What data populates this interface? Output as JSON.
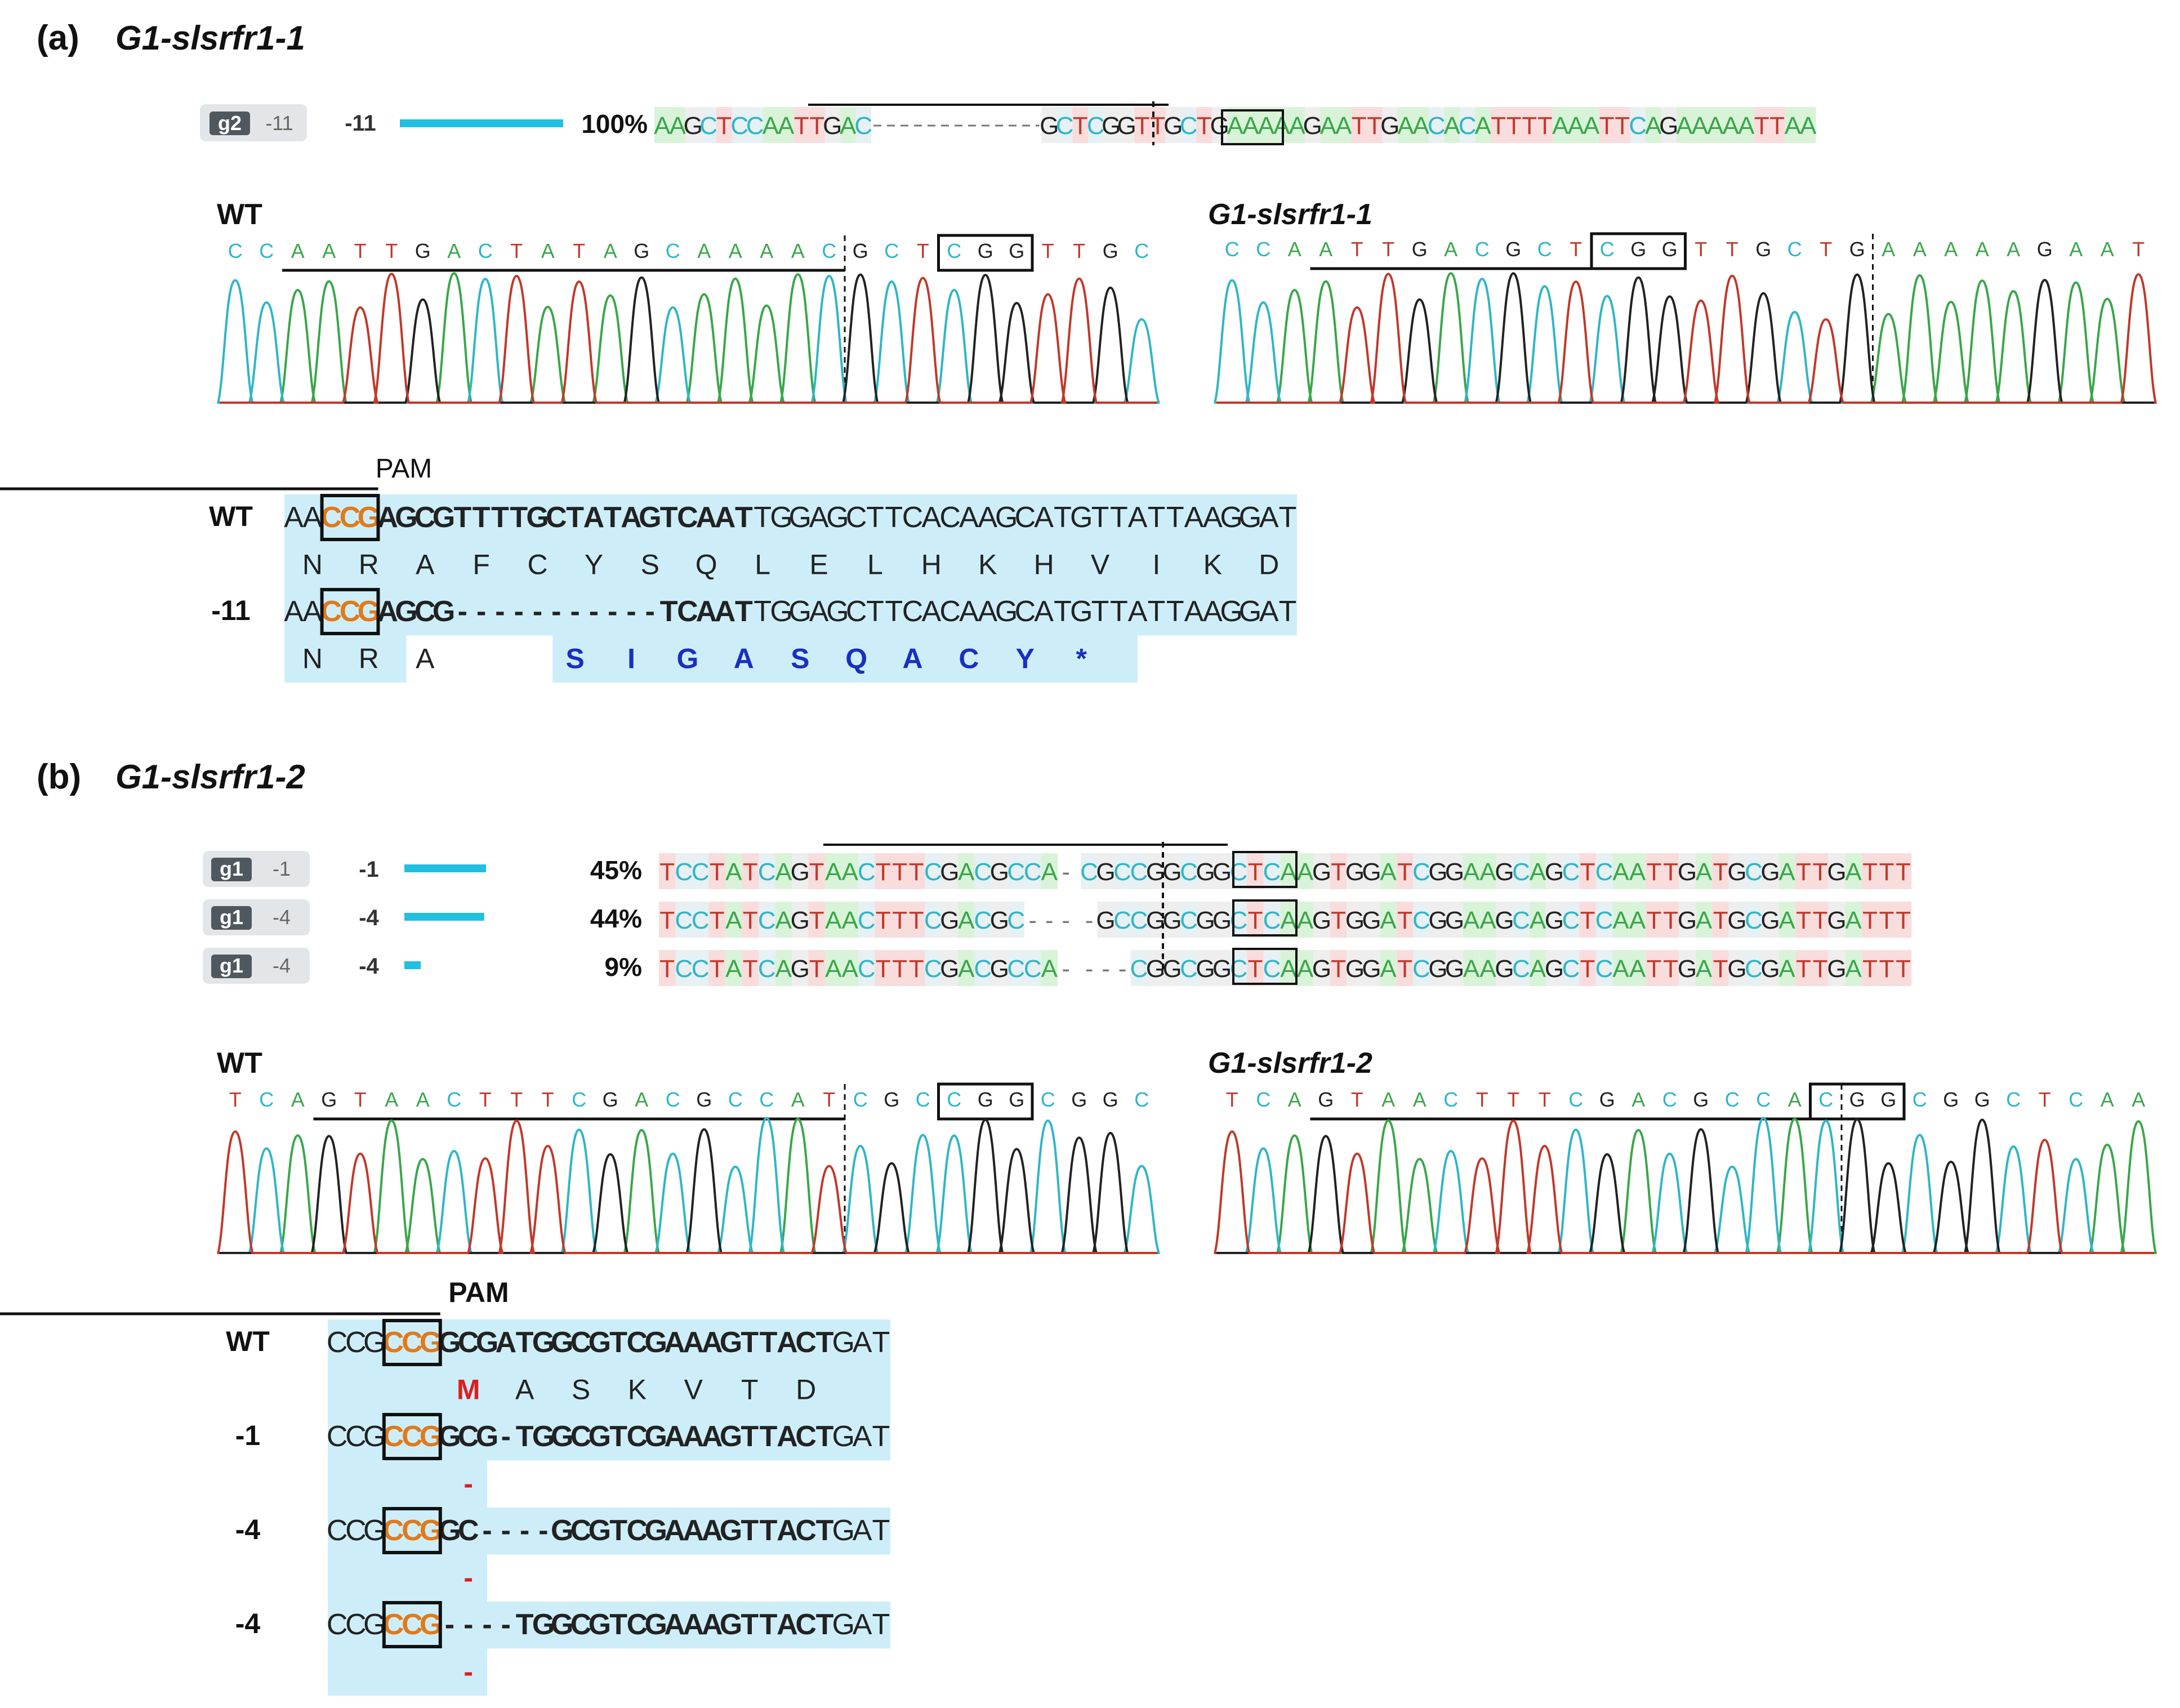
{
  "panels": [
    {
      "letter": "(a)",
      "title": "G1-slsrfr1-1",
      "ice": {
        "rows": [
          {
            "tag": "g2",
            "indel_tag": "-11",
            "indel": "-11",
            "pct": "100%",
            "bar": 1.0,
            "left": "AAGCTCCAATTGAC",
            "right": "GCTCGGTTGCTGAAAAAGAATTGAACACATTTTAAATTCAGAAAAATTAA",
            "gap": 11
          }
        ]
      },
      "chrom": [
        {
          "title": "WT",
          "seq": "CCAATTGACTATAGCAAAACGCTCGGTTGC"
        },
        {
          "title": "G1-slsrfr1-1",
          "seq": "CCAATTGACGCTCGGTTGCTGAAAAAGAAT"
        }
      ],
      "align": {
        "pam_label": "PAM",
        "rows": [
          {
            "label": "WT",
            "seq": "AACCGAGCGTTTTGCTATAGTCAATTGGAGCTTCACAAGCATGTTATTAAGGAT"
          },
          {
            "label": "",
            "aa": [
              "N",
              "R",
              "A",
              "F",
              "C",
              "Y",
              "S",
              "Q",
              "L",
              "E",
              "L",
              "H",
              "K",
              "H",
              "V",
              "I",
              "K",
              "D"
            ]
          },
          {
            "label": "-11",
            "seq": "AACCGAGCG-----------TCAATTGGAGCTTCACAAGCATGTTATTAAGGAT"
          },
          {
            "label": "",
            "aa": [
              "N",
              "R",
              "A"
            ],
            "aa_new": [
              "S",
              "I",
              "G",
              "A",
              "S",
              "Q",
              "A",
              "C",
              "Y",
              "*"
            ]
          }
        ]
      }
    },
    {
      "letter": "(b)",
      "title": "G1-slsrfr1-2",
      "ice": {
        "rows": [
          {
            "tag": "g1",
            "indel_tag": "-1",
            "indel": "-1",
            "pct": "45%",
            "bar": 0.45,
            "left": "TCCTATCAGTAACTTTCGACGCCA-",
            "right": "CGCCGGCGGCTCAAGTGGATCGGAAGCAGCTCAATTGATGCGATTGATTT",
            "gap": 0
          },
          {
            "tag": "g1",
            "indel_tag": "-4",
            "indel": "-4",
            "pct": "44%",
            "bar": 0.44,
            "left": "TCCTATCAGTAACTTTCGACGC---",
            "right": "-GCCGGCGGCTCAAGTGGATCGGAAGCAGCTCAATTGATGCGATTGATTT",
            "gap": 0
          },
          {
            "tag": "g1",
            "indel_tag": "-4",
            "indel": "-4",
            "pct": "9%",
            "bar": 0.09,
            "left": "TCCTATCAGTAACTTTCGACGCCA-",
            "right": "---CGGCGGCTCAAGTGGATCGGAAGCAGCTCAATTGATGCGATTGATTT",
            "gap": 0
          }
        ]
      },
      "chrom": [
        {
          "title": "WT",
          "seq": "TCAGTAACTTTCGACGCCATCGCCGGCGGC"
        },
        {
          "title": "G1-slsrfr1-2",
          "seq": "TCAGTAACTTTCGACGCCACGGCGGCTCAA"
        }
      ],
      "align": {
        "pam_label": "PAM",
        "rows": [
          {
            "label": "WT",
            "seq": "CCGCCGGCGATGGCGTCGAAAGTTACTGAT"
          },
          {
            "label": "",
            "aa": [
              "M",
              "A",
              "S",
              "K",
              "V",
              "T",
              "D"
            ]
          },
          {
            "label": "-1",
            "seq": "CCGCCGGCG-TGGCGTCGAAAGTTACTGAT"
          },
          {
            "label": "",
            "aa": [
              "-"
            ]
          },
          {
            "label": "-4",
            "seq": "CCGCCGGC----GCGTCGAAAGTTACTGAT"
          },
          {
            "label": "",
            "aa": [
              "-"
            ]
          },
          {
            "label": "-4",
            "seq": "CCGCCG----TGGCGTCGAAAGTTACTGAT"
          },
          {
            "label": "",
            "aa": [
              "-"
            ]
          }
        ]
      }
    }
  ],
  "colors": {
    "A": "#3aa64a",
    "C": "#2fb6c6",
    "G": "#222222",
    "T": "#c0392b",
    "pam": "#e07a1a",
    "new_aa": "#1a2fc0",
    "start_aa": "#dd1f1f",
    "align_bg": "#cdeef9",
    "bar": "#1fc0e0",
    "tag_bg": "#e3e6e9",
    "tag_dark": "#4f585f"
  }
}
